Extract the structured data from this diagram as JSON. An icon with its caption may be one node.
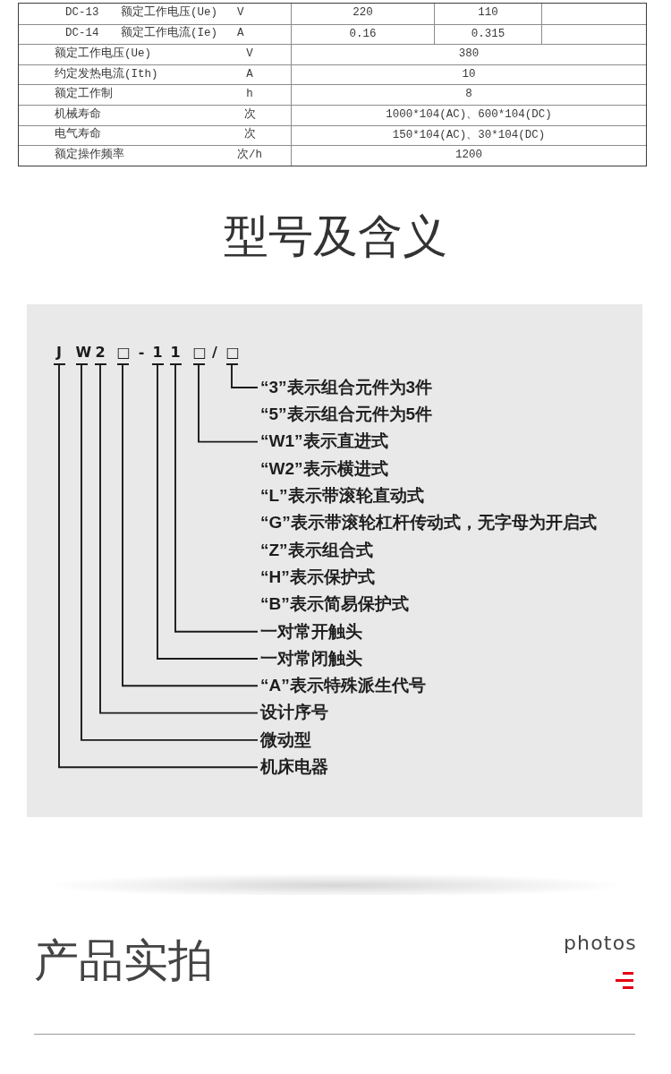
{
  "diagram": {
    "title": "型号及含义",
    "nodes": [
      {
        "text": [
          "J"
        ]
      },
      {
        "text": [
          "W"
        ]
      },
      {
        "text": [
          "2"
        ]
      },
      {
        "text": [
          "□"
        ]
      },
      {
        "text": [
          "1"
        ]
      },
      {
        "text": [
          "1"
        ]
      },
      {
        "text": [
          "□"
        ]
      },
      {
        "text": [
          "□"
        ]
      },
      {
        "text": [
          "“3”表示组合元件为3件",
          "“5”表示组合元件为5件"
        ]
      },
      {
        "text": [
          "“W1”表示直进式",
          "“W2”表示横进式",
          "“L”表示带滚轮直动式",
          "“G”表示带滚轮杠杆传动式，无字母为开启式",
          "“Z”表示组合式",
          "“H”表示保护式",
          "“B”表示简易保护式"
        ]
      },
      {
        "text": [
          "一对常开触头"
        ]
      },
      {
        "text": [
          "一对常闭触头"
        ]
      },
      {
        "text": [
          "“A”表示特殊派生代号"
        ]
      },
      {
        "text": [
          "设计序号"
        ]
      },
      {
        "text": [
          "微动型"
        ]
      },
      {
        "text": [
          "机床电器"
        ]
      }
    ],
    "edges": [
      {
        "from": 7,
        "to": 8,
        "arrow": "none"
      },
      {
        "from": 6,
        "to": 9,
        "arrow": "none"
      },
      {
        "from": 5,
        "to": 10,
        "arrow": "none"
      },
      {
        "from": 4,
        "to": 11,
        "arrow": "none"
      },
      {
        "from": 3,
        "to": 12,
        "arrow": "none"
      },
      {
        "from": 2,
        "to": 13,
        "arrow": "none"
      },
      {
        "from": 1,
        "to": 14,
        "arrow": "none"
      },
      {
        "from": 0,
        "to": 15,
        "arrow": "none"
      }
    ],
    "labels": [
      "DC-13",
      "额定工作电压(Ue)",
      "V",
      "220",
      "110",
      "DC-14",
      "额定工作电流(Ie)",
      "A",
      "0.16",
      "0.315",
      "额定工作电压(Ue)",
      "V",
      "380",
      "约定发热电流(Ith)",
      "A",
      "10",
      "额定工作制",
      "h",
      "8",
      "机械寿命",
      "次",
      "1000*104(AC)、600*104(DC)",
      "电气寿命",
      "次",
      "150*104(AC)、30*104(DC)",
      "额定操作频率",
      "次/h",
      "1200",
      "-",
      "/",
      "产品实拍",
      "photos"
    ]
  }
}
